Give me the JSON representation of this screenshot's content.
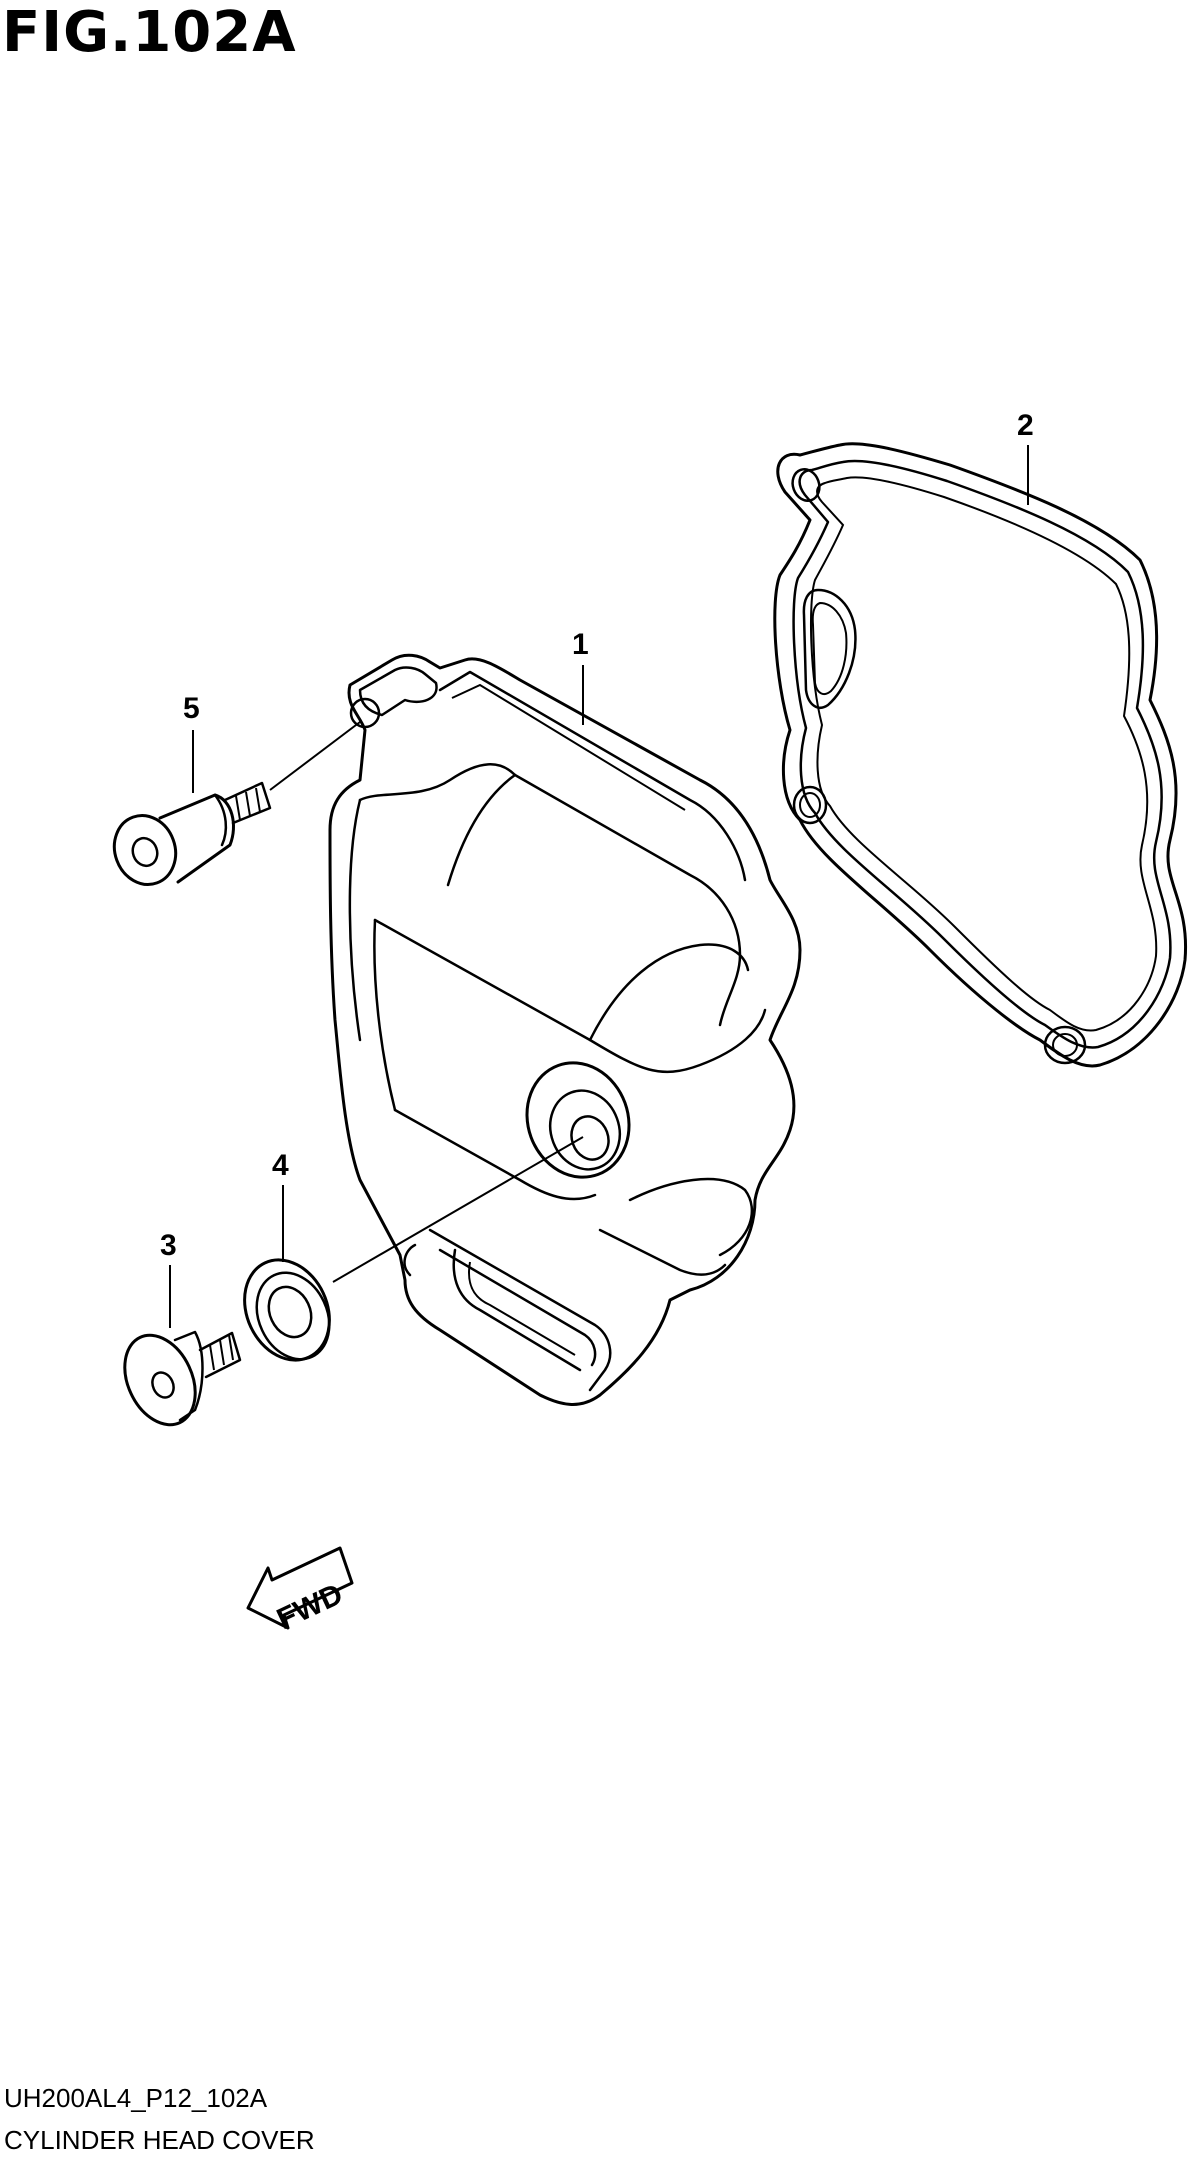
{
  "figure": {
    "title": "FIG.102A",
    "code": "UH200AL4_P12_102A",
    "caption": "CYLINDER HEAD COVER",
    "fwd_label": "FWD"
  },
  "parts": [
    {
      "number": "1",
      "part": "cylinder-head-cover"
    },
    {
      "number": "2",
      "part": "cover-gasket"
    },
    {
      "number": "3",
      "part": "plug-bolt"
    },
    {
      "number": "4",
      "part": "o-ring-seal"
    },
    {
      "number": "5",
      "part": "cover-bolt"
    }
  ],
  "colors": {
    "line": "#000000",
    "background": "#ffffff"
  }
}
